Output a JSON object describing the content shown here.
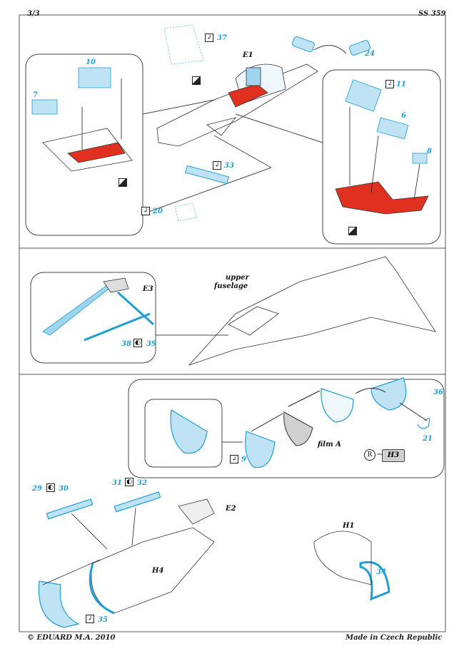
{
  "header": {
    "page": "3/3",
    "code": "SS 359"
  },
  "footer": {
    "copyright": "© EDUARD M.A. 2010",
    "origin": "Made in Czech Republic"
  },
  "section1": {
    "parts": {
      "p10": "10",
      "p7": "7",
      "p37": "37",
      "e1": "E1",
      "p24": "24",
      "p11": "11",
      "p6": "6",
      "p8": "8",
      "p33": "33",
      "p20": "20"
    }
  },
  "section2": {
    "parts": {
      "e3": "E3",
      "p38": "38",
      "p39": "39"
    },
    "caption_line1": "upper",
    "caption_line2": "fuselage"
  },
  "section3": {
    "parts": {
      "p36": "36",
      "p21": "21",
      "p9": "9",
      "h3": "H3",
      "p29": "29",
      "p30": "30",
      "p31": "31",
      "p32": "32",
      "e2": "E2",
      "h1": "H1",
      "p34": "34",
      "h4": "H4",
      "p35": "35"
    },
    "film": "film A",
    "r_symbol": "R"
  },
  "colors": {
    "pe_blue": "#1e9fd6",
    "red_paint": "#e03020",
    "film_grey": "#d0d0d0"
  }
}
